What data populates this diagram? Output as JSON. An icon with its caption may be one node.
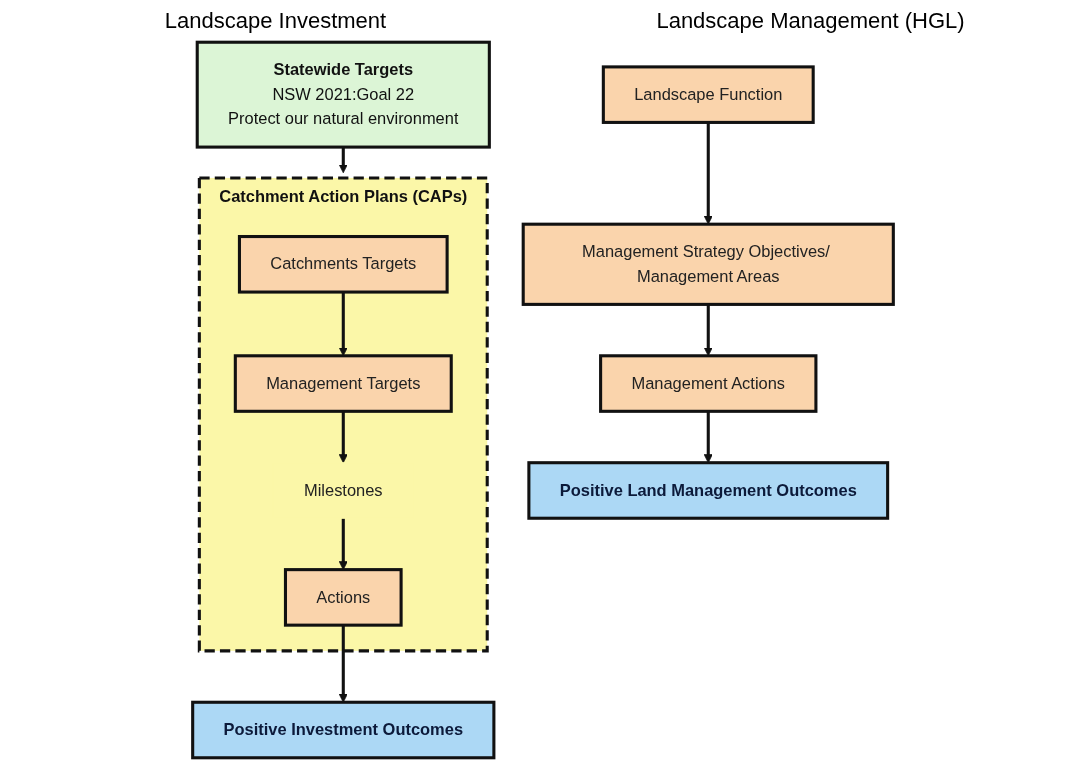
{
  "diagram": {
    "nodes": [
      {
        "text": [
          "Statewide Targets",
          "NSW 2021:Goal 22",
          "Protect our natural environment"
        ]
      },
      {
        "text": [
          "Catchment Action Plans (CAPs)"
        ]
      },
      {
        "text": [
          "Catchments Targets"
        ],
        "in": 1
      },
      {
        "text": [
          "Management Targets"
        ],
        "in": 1
      },
      {
        "text": [
          "Milestones"
        ],
        "in": 1
      },
      {
        "text": [
          "Actions"
        ],
        "in": 1
      },
      {
        "text": [
          "Positive Investment Outcomes"
        ]
      },
      {
        "text": [
          "Landscape Function"
        ]
      },
      {
        "text": [
          "Management Strategy Objectives/ Management Areas"
        ]
      },
      {
        "text": [
          "Management Actions"
        ]
      },
      {
        "text": [
          "Positive Land Management Outcomes"
        ]
      }
    ],
    "edges": [
      {
        "from": 0,
        "to": 1,
        "arrow": "to"
      },
      {
        "from": 2,
        "to": 3,
        "arrow": "to"
      },
      {
        "from": 3,
        "to": 4,
        "arrow": "to"
      },
      {
        "from": 4,
        "to": 5,
        "arrow": "to"
      },
      {
        "from": 5,
        "to": 6,
        "arrow": "to"
      },
      {
        "from": 7,
        "to": 8,
        "arrow": "to"
      },
      {
        "from": 8,
        "to": 9,
        "arrow": "to"
      },
      {
        "from": 9,
        "to": 10,
        "arrow": "to"
      }
    ],
    "labels": [
      "Landscape Investment",
      "Landscape Management (HGL)"
    ]
  }
}
